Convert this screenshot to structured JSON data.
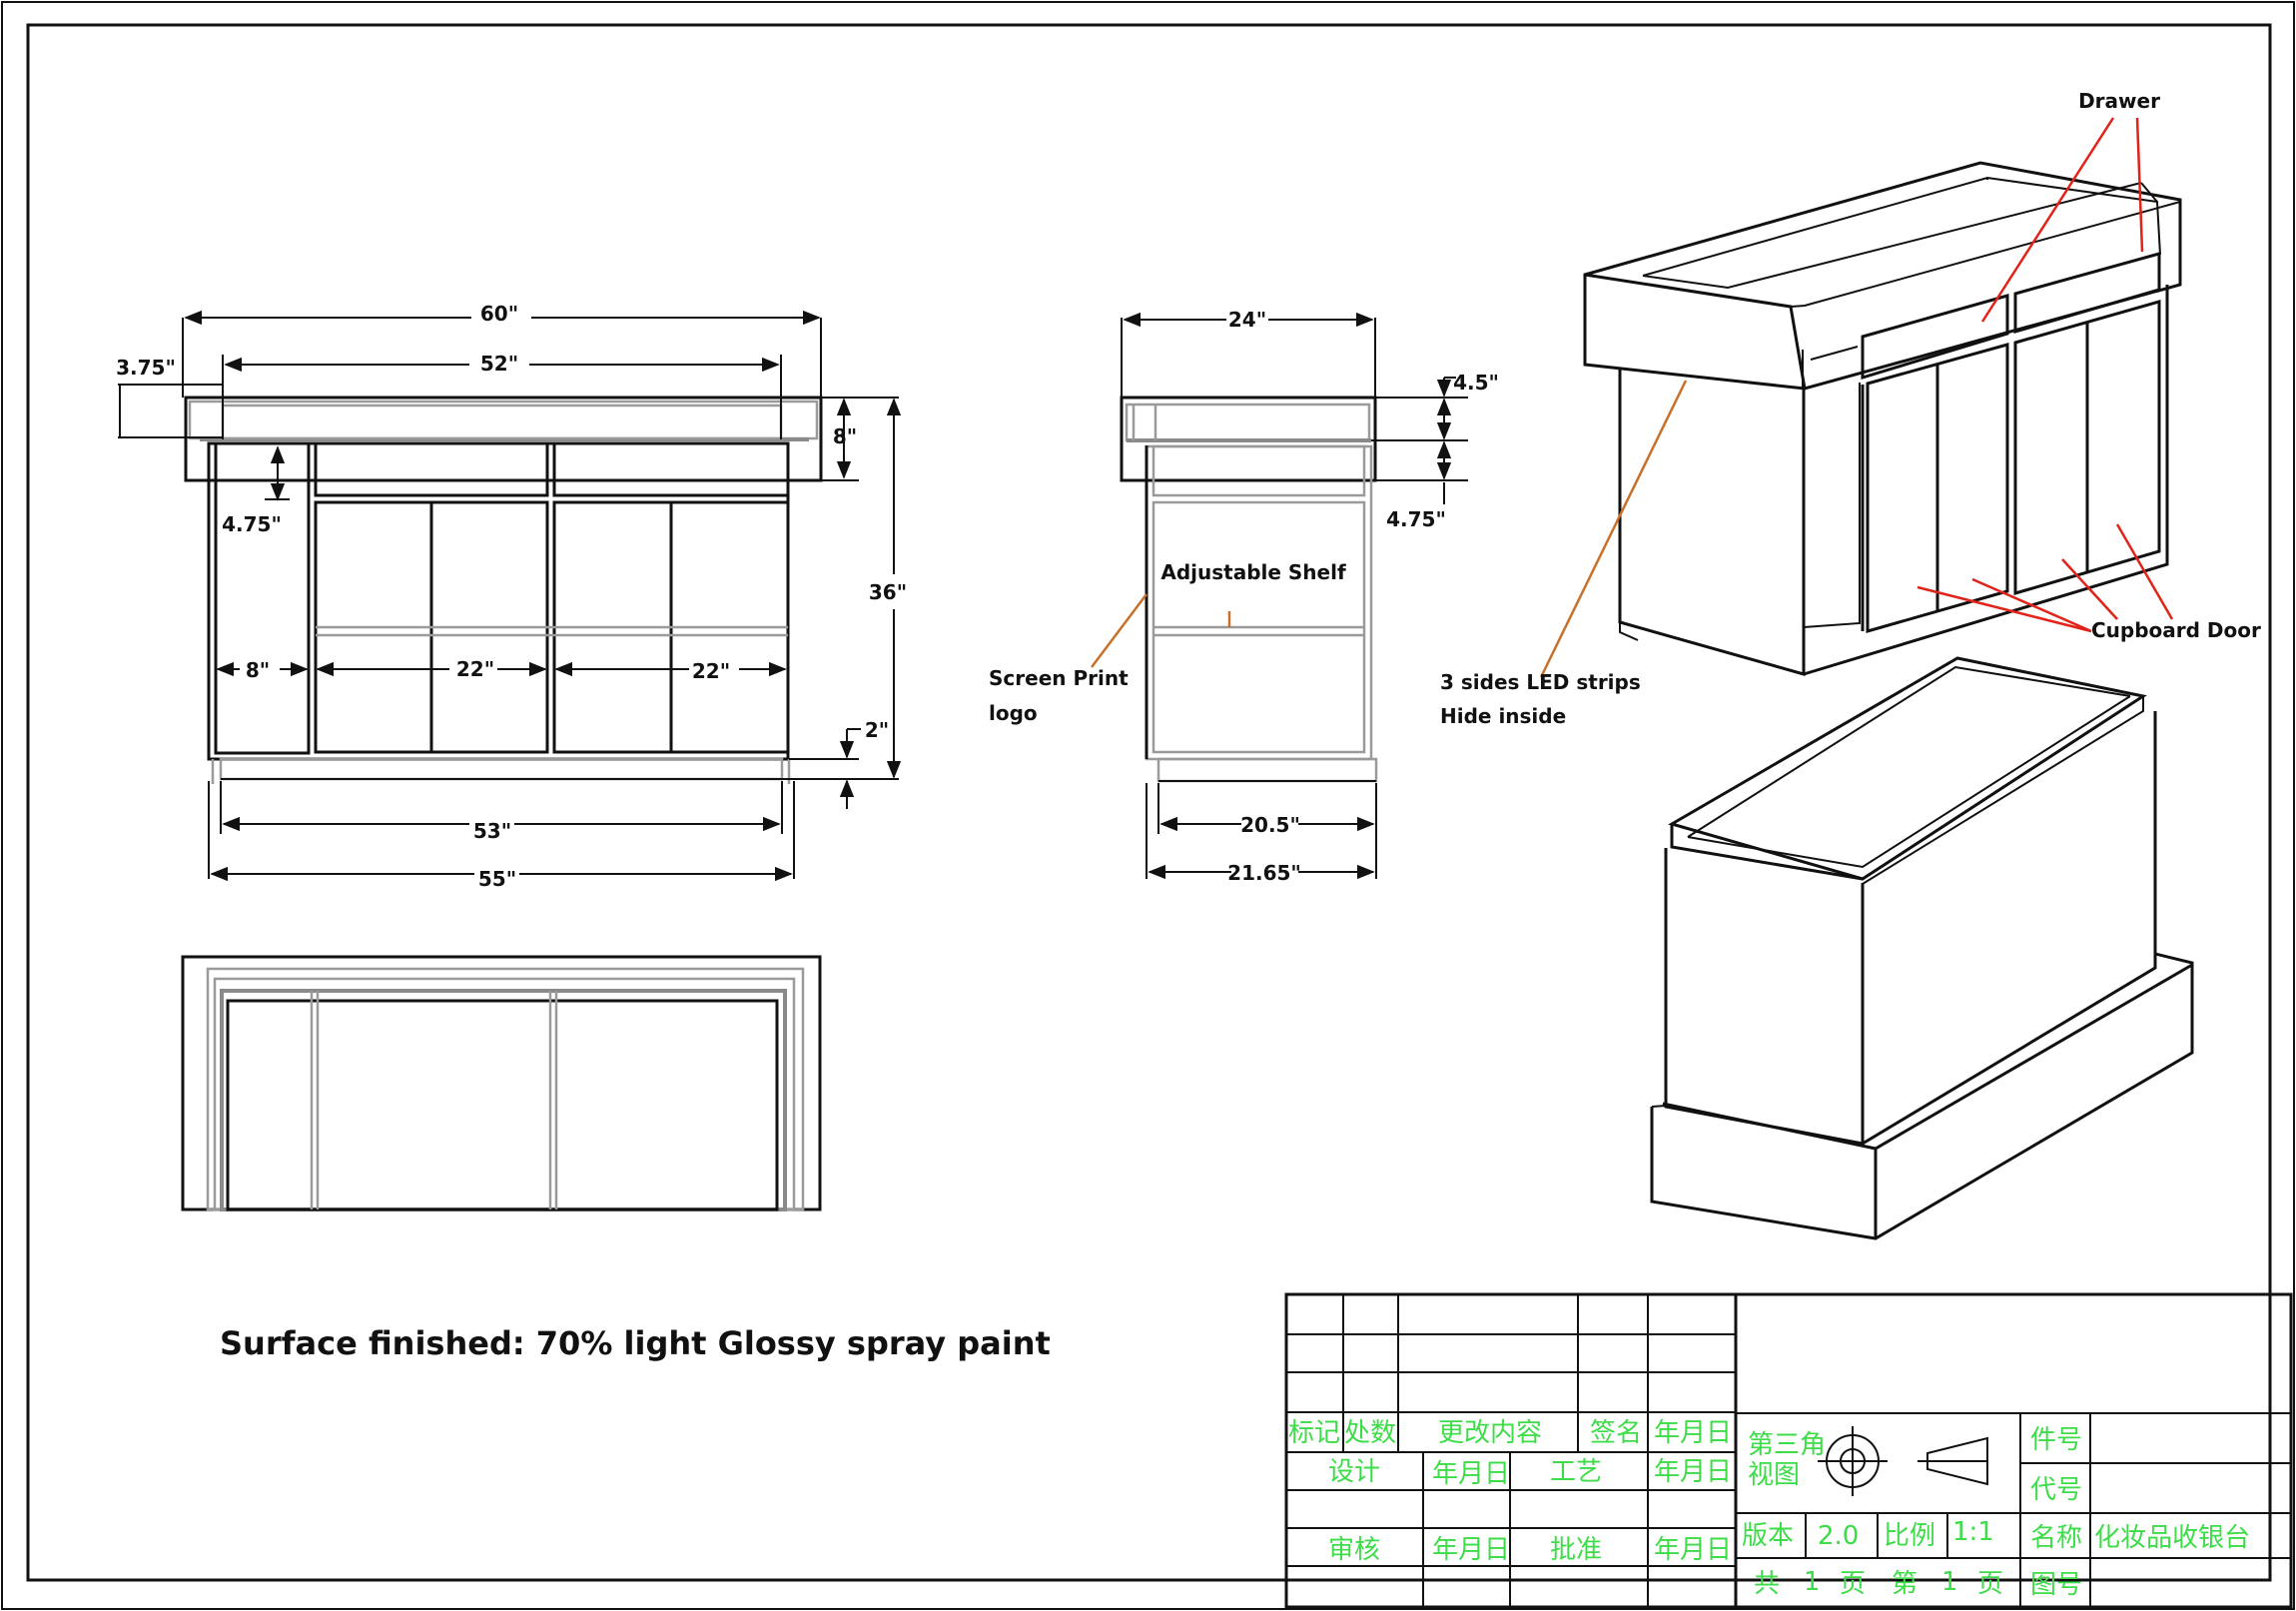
{
  "colors": {
    "line": "#111111",
    "hidden_line": "#8a8a8a",
    "leader_red": "#e2231a",
    "leader_orange": "#c8702a",
    "titleblock_text": "#3ddc48"
  },
  "front_view": {
    "dims": {
      "overall_width": "60\"",
      "top_inner_width": "52\"",
      "top_thickness": "3.75\"",
      "upper_height": "8\"",
      "drawer_height": "4.75\"",
      "total_height": "36\"",
      "side_bay": "8\"",
      "door_pair_left": "22\"",
      "door_pair_right": "22\"",
      "toe_kick": "2\"",
      "base_width": "53\"",
      "body_width": "55\""
    }
  },
  "side_view": {
    "dims": {
      "depth": "24\"",
      "top_band": "4.5\"",
      "drawer_band": "4.75\"",
      "base_depth": "20.5\"",
      "body_depth": "21.65\""
    },
    "adjustable_shelf_label": "Adjustable Shelf",
    "screen_print_label_1": "Screen Print",
    "screen_print_label_2": "logo"
  },
  "iso_callouts": {
    "drawer": "Drawer",
    "cupboard_door": "Cupboard Door",
    "led_line_1": "3 sides LED strips",
    "led_line_2": "Hide inside"
  },
  "surface_note": "Surface finished: 70% light Glossy spray paint",
  "title_block": {
    "rev_headers": {
      "mark": "标记",
      "count": "处数",
      "change": "更改内容",
      "sign": "签名",
      "date": "年月日"
    },
    "design": "设计",
    "design_date": "年月日",
    "process": "工艺",
    "process_date": "年月日",
    "review": "审核",
    "review_date": "年月日",
    "approve": "批准",
    "approve_date": "年月日",
    "projection_line1": "第三角",
    "projection_line2": "视图",
    "part_no_label": "件号",
    "code_label": "代号",
    "name_label": "名称",
    "name_value": "化妆品收银台",
    "drawing_no_label": "图号",
    "version_label": "版本",
    "version_value": "2.0",
    "scale_label": "比例",
    "scale_value": "1:1",
    "total_pages_label_1": "共",
    "total_pages_value": "1",
    "total_pages_label_2": "页",
    "page_label_1": "第",
    "page_value": "1",
    "page_label_2": "页"
  }
}
